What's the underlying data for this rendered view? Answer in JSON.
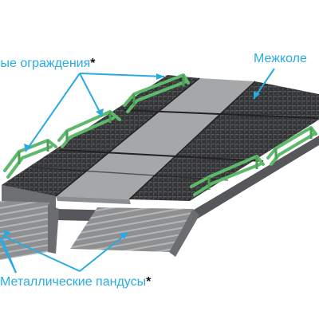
{
  "labels": {
    "rails": "вые ограждения",
    "rails_mark": "*",
    "middle": "Межколе",
    "ramps": "Металлические пандусы",
    "ramps_mark": "*"
  },
  "colors": {
    "callout": "#29abe2",
    "rail": "#5fb96a",
    "dark_deck": "#3a3b3d",
    "light_deck": "#a7a9ab",
    "ramp": "#8a8c8e"
  }
}
